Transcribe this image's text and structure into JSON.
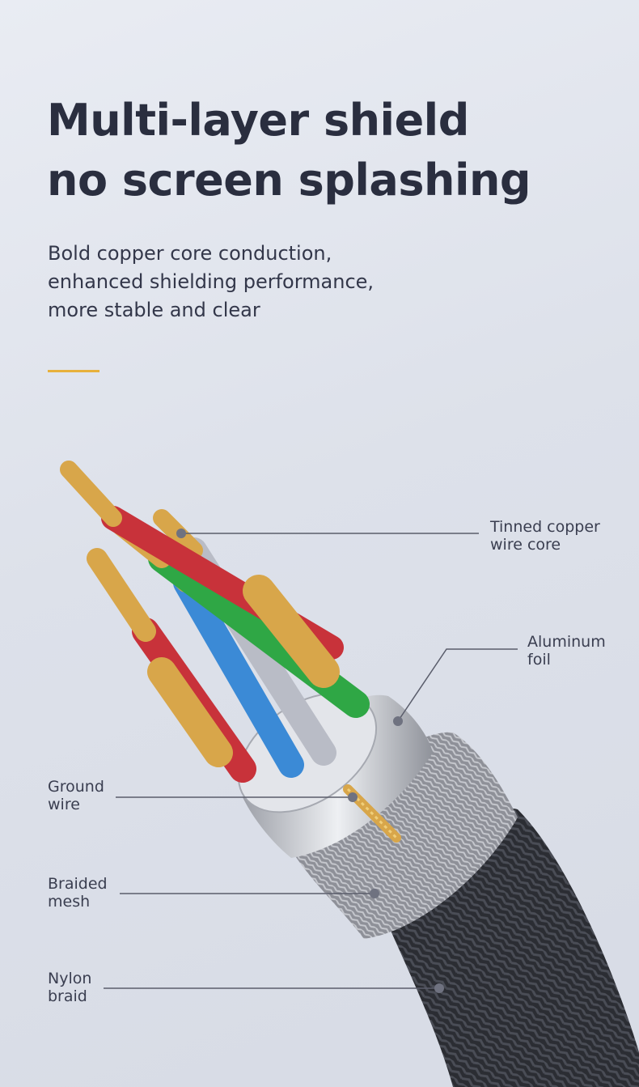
{
  "headline": {
    "line1": "Multi-layer shield",
    "line2": "no screen splashing"
  },
  "subtext": {
    "line1": "Bold copper core conduction,",
    "line2": "enhanced shielding performance,",
    "line3": "more stable and clear"
  },
  "callouts": [
    {
      "line1": "Tinned copper",
      "line2": "wire core"
    },
    {
      "line1": "Aluminum",
      "line2": "foil"
    },
    {
      "line1": "Ground",
      "line2": "wire"
    },
    {
      "line1": "Braided",
      "line2": "mesh"
    },
    {
      "line1": "Nylon",
      "line2": "braid"
    }
  ],
  "colors": {
    "background": "#dfe3eb",
    "headline": "#2a2e3f",
    "accent": "#e8b13c",
    "leader_line": "#5a5d6b",
    "copper": "#d8a64a",
    "red_insulation": "#c8323a",
    "green_insulation": "#2fa745",
    "blue_insulation": "#3b8ad6",
    "grey_insulation": "#b9bcc6",
    "aluminum_foil": "#cfd2d8",
    "braided_mesh": "#9a9ca4",
    "nylon_braid": "#2b2d33"
  }
}
